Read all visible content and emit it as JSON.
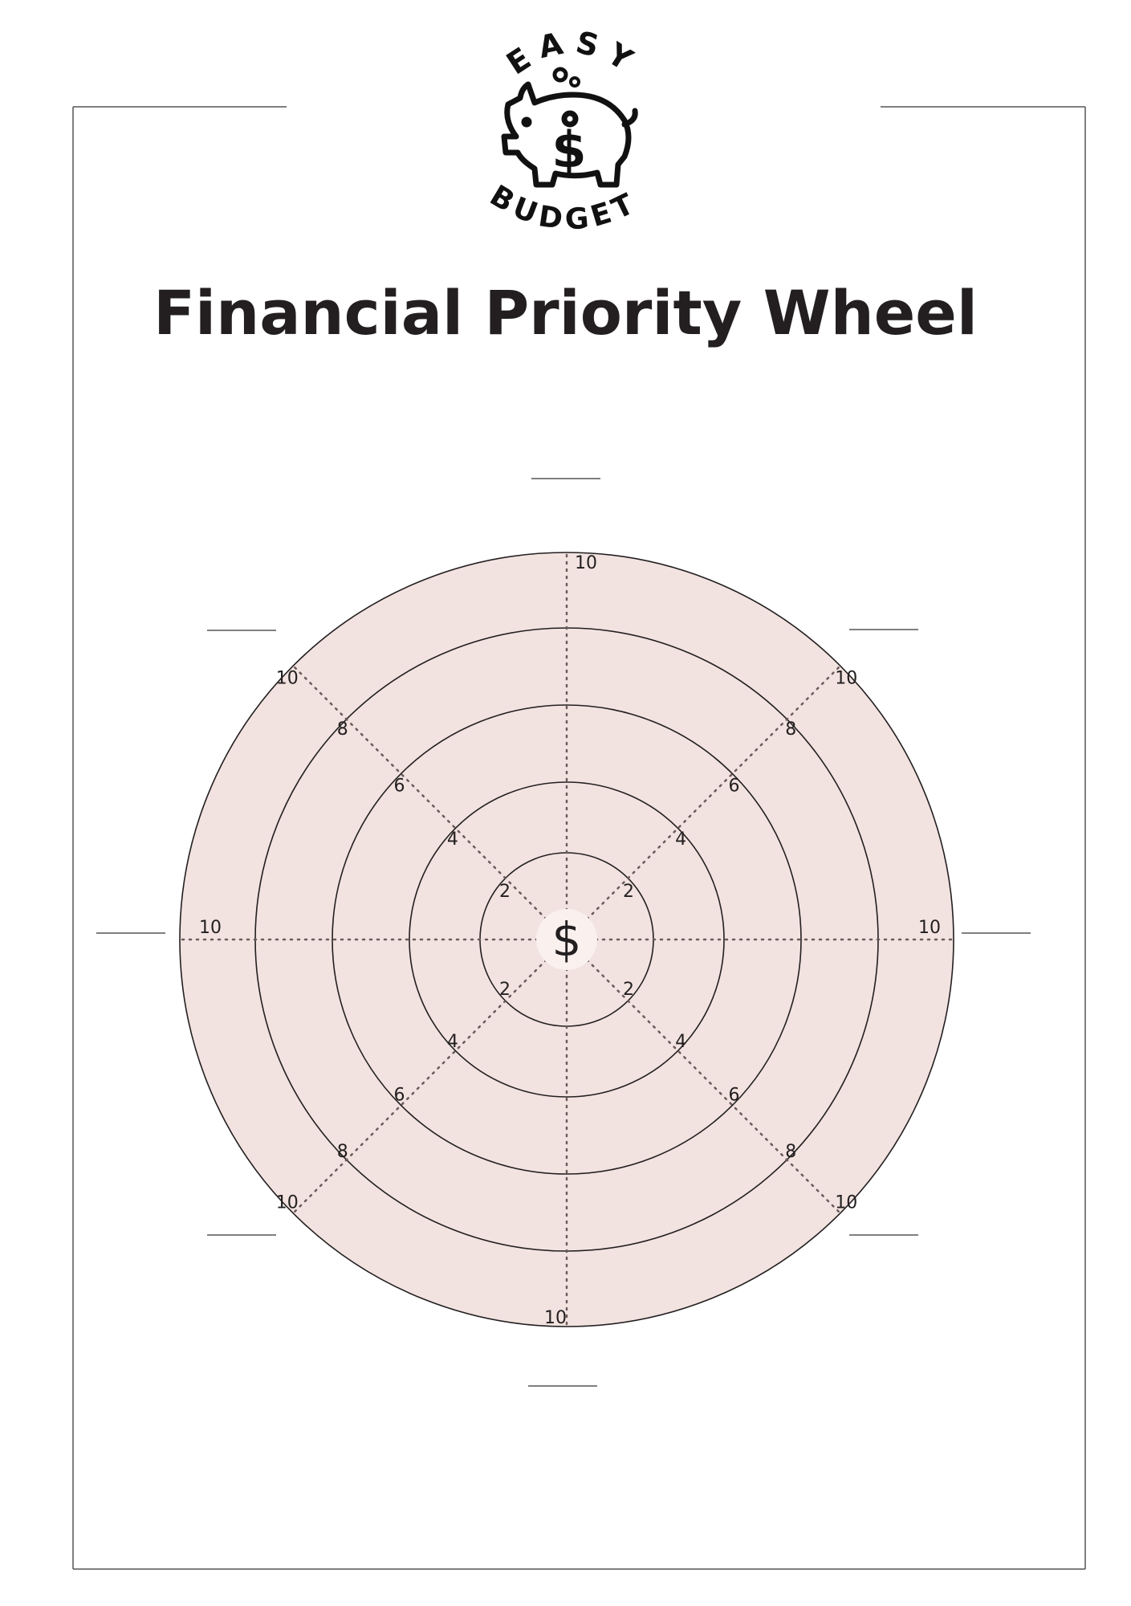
{
  "logo": {
    "top_text": "EASY",
    "bottom_text": "BUDGET",
    "icon": "piggy-bank-dollar-icon"
  },
  "title": "Financial Priority Wheel",
  "wheel": {
    "center_symbol": "$",
    "spoke_count": 8,
    "ring_scores": [
      2,
      4,
      6,
      8,
      10
    ],
    "score_labels": {
      "top": [
        "10"
      ],
      "bottom": [
        "10"
      ],
      "left": [
        "10"
      ],
      "right": [
        "10"
      ],
      "top_left": [
        "2",
        "4",
        "6",
        "8",
        "10"
      ],
      "top_right": [
        "2",
        "4",
        "6",
        "8",
        "10"
      ],
      "bottom_left": [
        "2",
        "4",
        "6",
        "8",
        "10"
      ],
      "bottom_right": [
        "2",
        "4",
        "6",
        "8",
        "10"
      ]
    },
    "category_blanks": 8,
    "colors": {
      "wheel_fill": "#f2e3e0",
      "center_fill": "#faf0ee",
      "ink": "#231f20",
      "dotted": "#6b5b5b"
    }
  }
}
